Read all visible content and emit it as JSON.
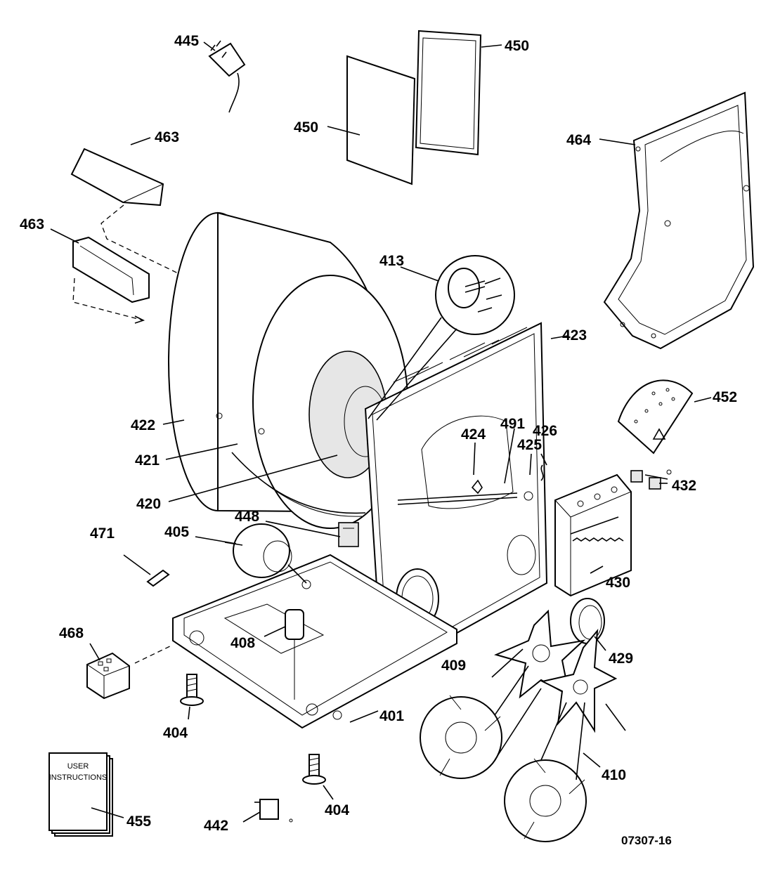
{
  "diagram": {
    "code": "07307-16",
    "manual": {
      "line1": "USER",
      "line2": "INSTRUCTIONS"
    },
    "callouts": {
      "p445": "445",
      "p450a": "450",
      "p450b": "450",
      "p464": "464",
      "p463a": "463",
      "p463b": "463",
      "p413": "413",
      "p423": "423",
      "p452": "452",
      "p422": "422",
      "p491": "491",
      "p426": "426",
      "p424": "424",
      "p425": "425",
      "p421": "421",
      "p432": "432",
      "p420": "420",
      "p448": "448",
      "p471": "471",
      "p405": "405",
      "p430": "430",
      "p468": "468",
      "p408": "408",
      "p429": "429",
      "p409": "409",
      "p401": "401",
      "p404a": "404",
      "p404b": "404",
      "p410": "410",
      "p455": "455",
      "p442": "442"
    }
  }
}
